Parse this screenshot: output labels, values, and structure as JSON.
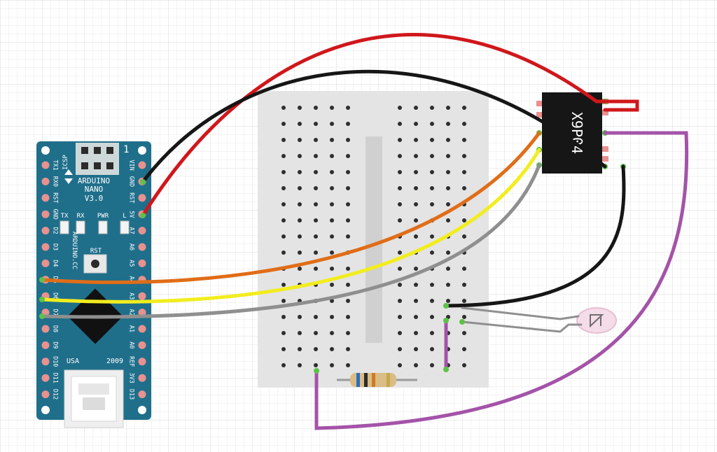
{
  "arduino": {
    "board_name_1": "ARDUINO",
    "board_name_2": "NANO",
    "board_name_3": "V3.0",
    "site_label": "ARDUINO.CC",
    "icsp_label": "ICSP",
    "icsp_number": "1",
    "rst_label": "RST",
    "usa_label": "USA",
    "year_label": "2009",
    "led_labels": [
      "TX",
      "RX",
      "PWR",
      "L"
    ],
    "left_pins": [
      "TX1",
      "RX0",
      "RST",
      "GND",
      "D2",
      "D3",
      "D4",
      "D5",
      "D6",
      "D7",
      "D8",
      "D9",
      "D10",
      "D11",
      "D12"
    ],
    "right_pins": [
      "VIN",
      "GND",
      "RST",
      "5V",
      "A7",
      "A6",
      "A5",
      "A4",
      "A3",
      "A2",
      "A1",
      "A0",
      "REF",
      "3V3",
      "D13"
    ],
    "color": "#1f6f8b",
    "pin_color": "#e8918f"
  },
  "sensor": {
    "label": "X9P04",
    "color": "#161616"
  },
  "wire_colors": {
    "red": "#d0171b",
    "black": "#161616",
    "orange": "#e06d18",
    "yellow": "#f2ed1d",
    "gray": "#8f8f8f",
    "purple": "#a453a8"
  },
  "breadboard": {
    "color": "#e4e4e4",
    "hole_color": "#2e2e2e",
    "active_hole_color": "#5ec24a"
  },
  "resistor": {
    "bands": [
      "#2a6fbf",
      "#2b2b2b",
      "#d07a28",
      "#c9a54a"
    ]
  },
  "led": {
    "color": "#f4dde8"
  }
}
